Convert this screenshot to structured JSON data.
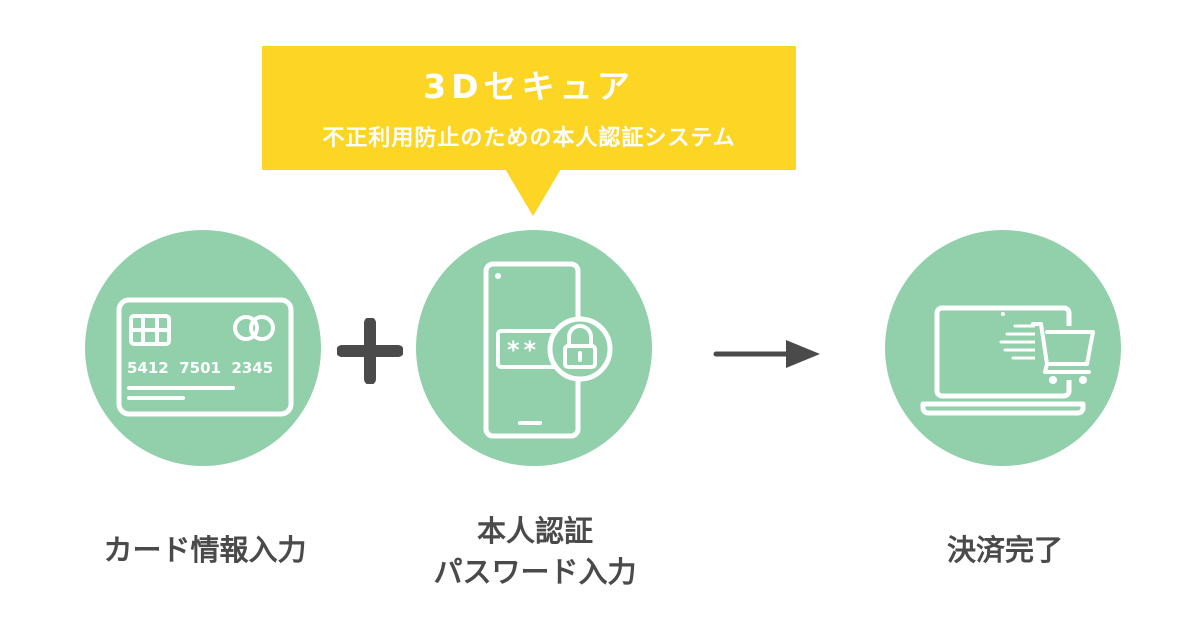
{
  "callout": {
    "title": "3Dセキュア",
    "subtitle": "不正利用防止のための本人認証システム"
  },
  "steps": [
    {
      "icon": "credit-card-icon",
      "card_number": "5412  7501  2345",
      "label": "カード情報入力"
    },
    {
      "icon": "smartphone-lock-icon",
      "password_mask": "**",
      "label_line1": "本人認証",
      "label_line2": "パスワード入力"
    },
    {
      "icon": "laptop-cart-icon",
      "label": "決済完了"
    }
  ],
  "operators": {
    "plus": "plus-icon",
    "arrow": "arrow-right-icon"
  },
  "colors": {
    "callout_bg": "#fdd525",
    "circle_bg": "#91d0ab",
    "icon_stroke": "#ffffff",
    "text": "#4a4a4a",
    "operator": "#4a4a4a"
  }
}
